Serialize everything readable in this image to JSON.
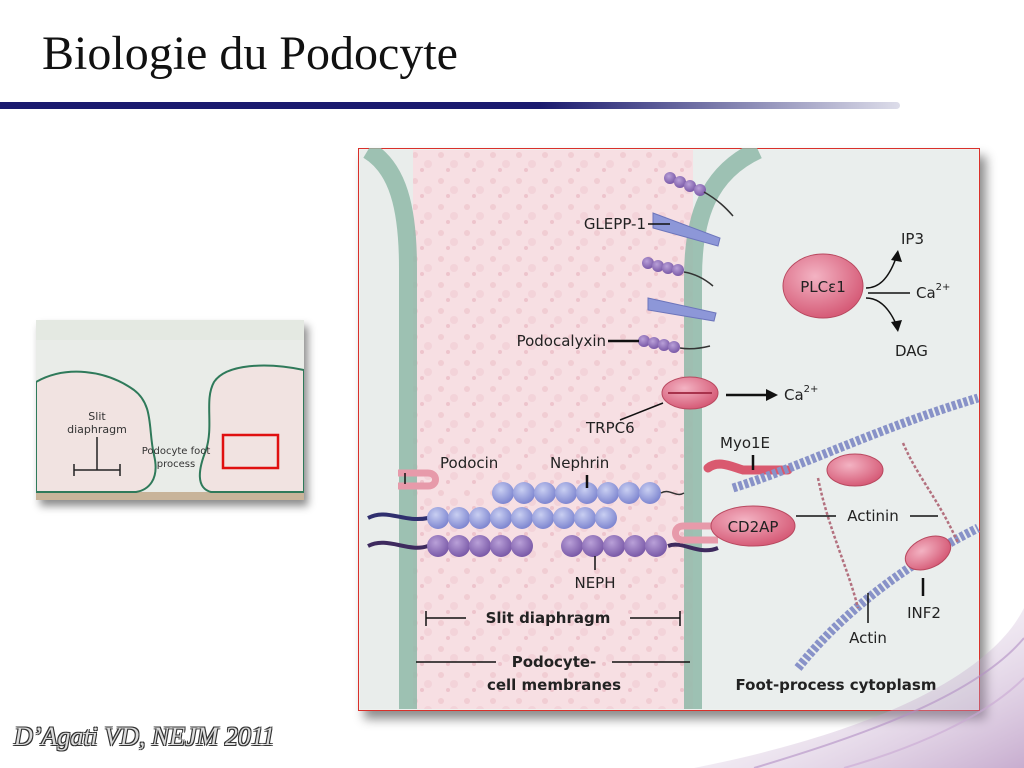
{
  "slide": {
    "title": "Biologie du Podocyte"
  },
  "inset": {
    "slit_diaphragm_label": [
      "Slit",
      "diaphragm"
    ],
    "foot_process_label": [
      "Podocyte foot",
      "process"
    ]
  },
  "diagram": {
    "labels": {
      "glepp1": "GLEPP-1",
      "podocalyxin": "Podocalyxin",
      "trpc6": "TRPC6",
      "podocin": "Podocin",
      "nephrin": "Nephrin",
      "neph": "NEPH",
      "slit_diaphragm": "Slit diaphragm",
      "podocyte_membranes": [
        "Podocyte-",
        "cell membranes"
      ],
      "foot_process_cytoplasm": "Foot-process cytoplasm",
      "plce1": "PLCε1",
      "ip3": "IP3",
      "ca": "Ca",
      "ca_superscript": "2+",
      "dag": "DAG",
      "myo1e": "Myo1E",
      "cd2ap": "CD2AP",
      "actinin": "Actinin",
      "inf2": "INF2",
      "actin": "Actin"
    }
  },
  "citation": {
    "text": "D’Agati VD, NEJM 2011"
  }
}
